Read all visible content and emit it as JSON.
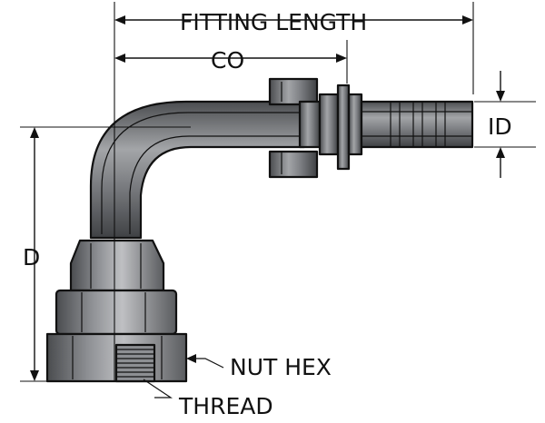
{
  "labels": {
    "fitting_length": "FITTING LENGTH",
    "co": "CO",
    "id": "ID",
    "d": "D",
    "nut_hex": "NUT HEX",
    "thread": "THREAD"
  },
  "colors": {
    "metal_dark": "#5d5f62",
    "metal_mid": "#8a8c90",
    "metal_light": "#c9cacc",
    "line": "#111111",
    "background": "#ffffff"
  }
}
